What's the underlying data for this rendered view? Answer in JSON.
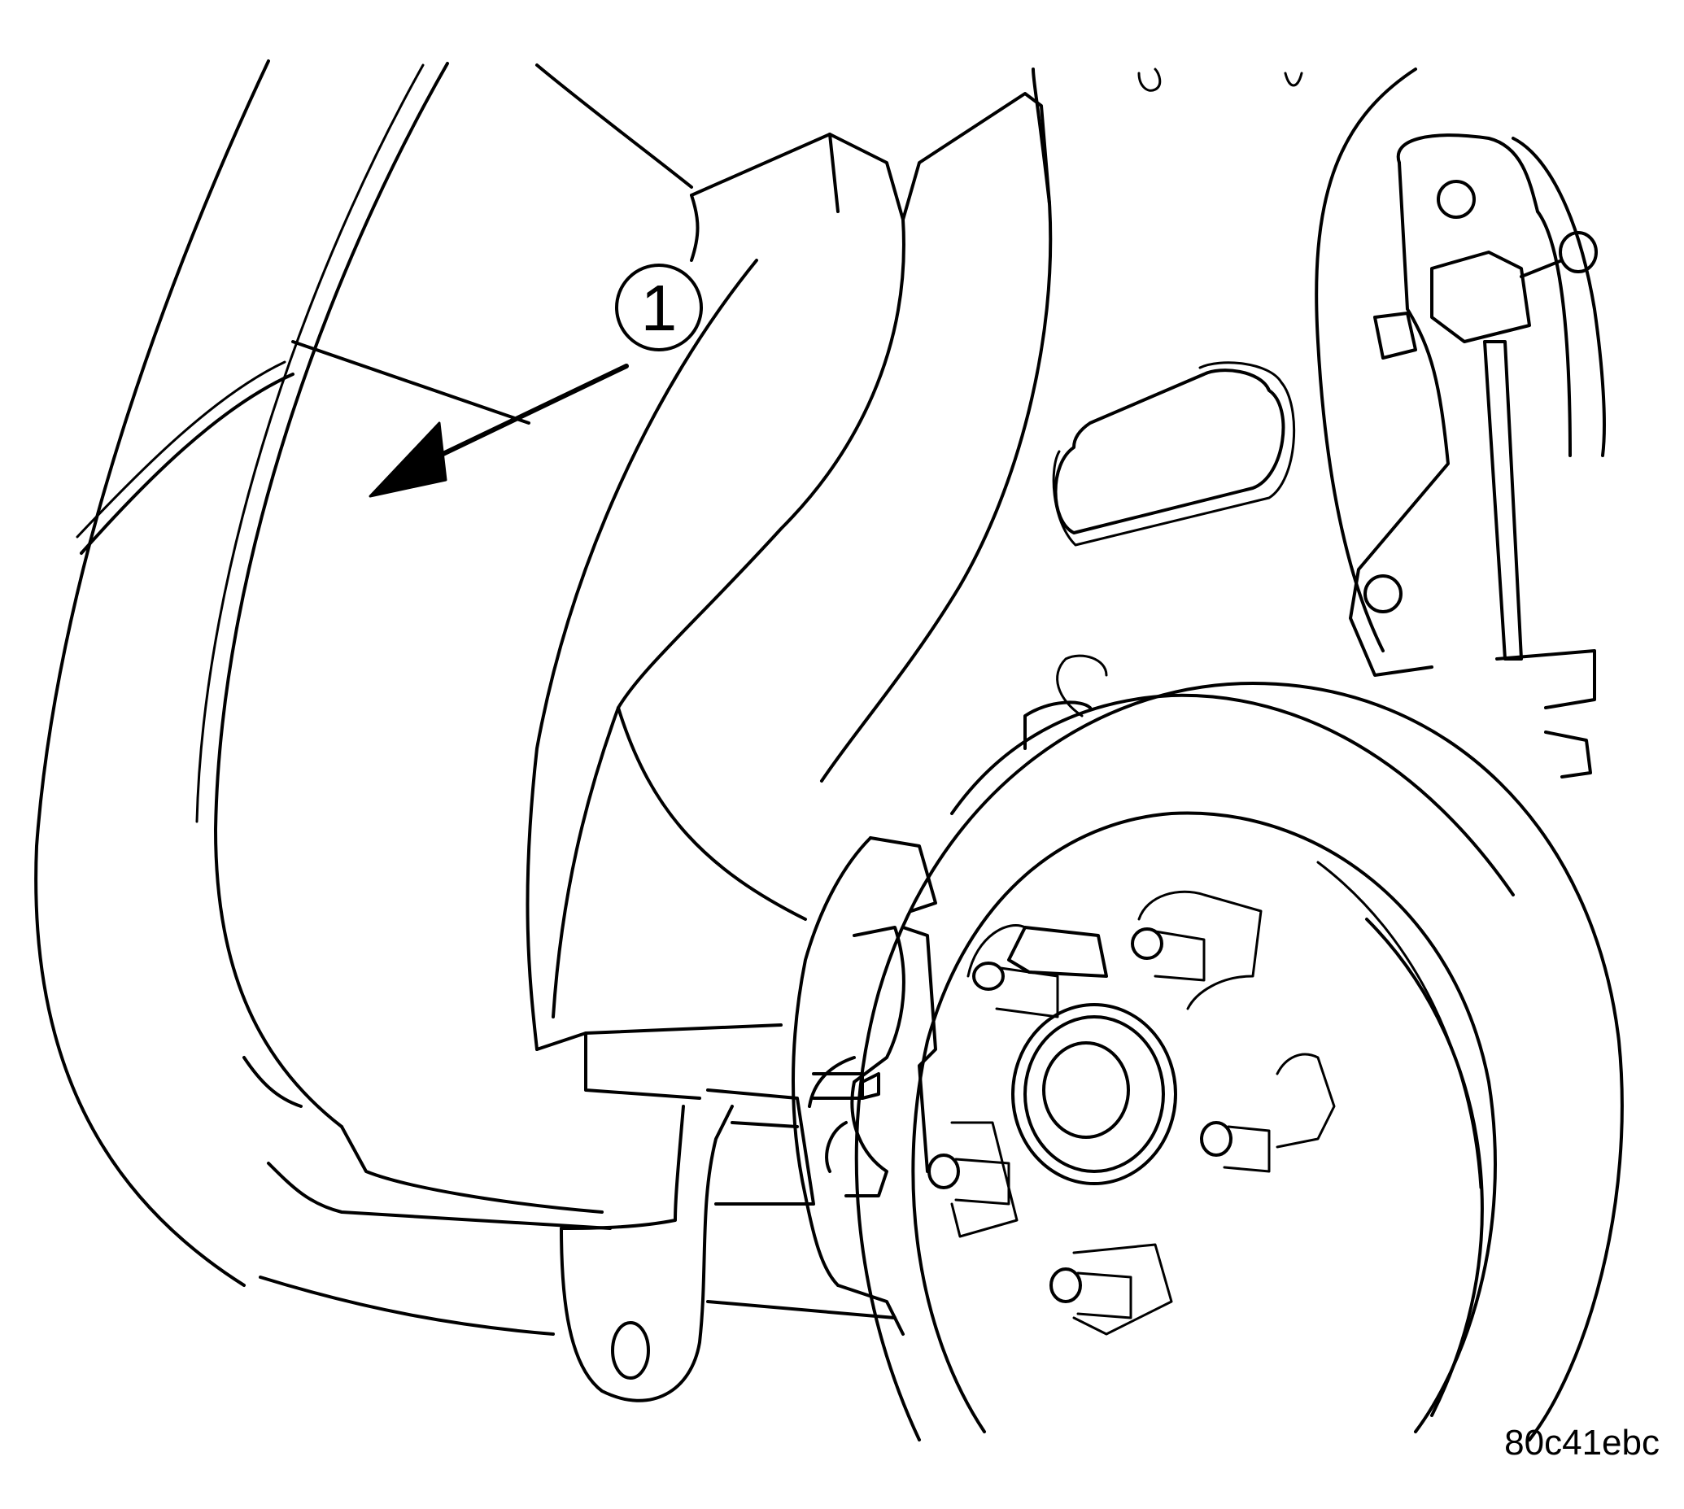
{
  "diagram": {
    "callouts": [
      {
        "id": "1",
        "label": "1"
      }
    ],
    "figure_code": "80c41ebc",
    "colors": {
      "line": "#000000",
      "background": "#ffffff"
    }
  }
}
